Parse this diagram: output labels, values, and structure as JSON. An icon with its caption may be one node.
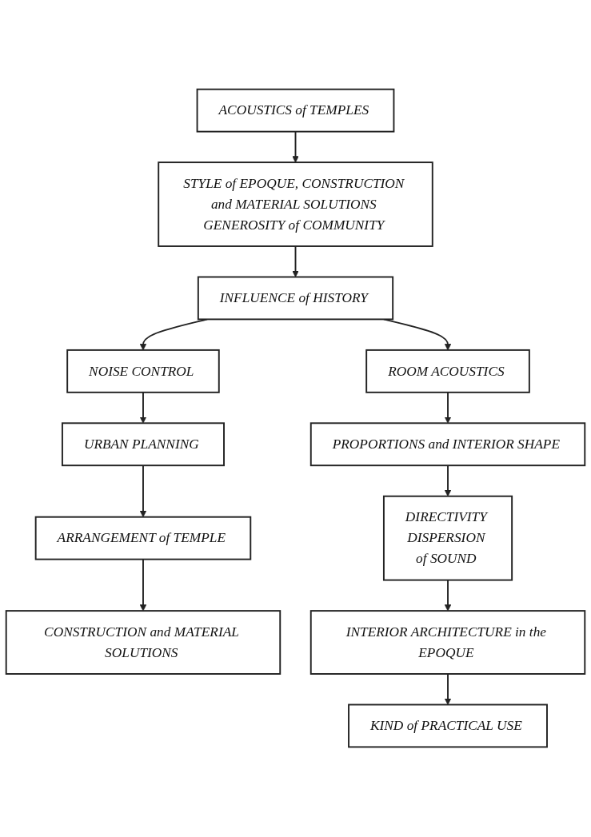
{
  "diagram": {
    "nodes": [
      {
        "text": [
          "ACOUSTICS of TEMPLES"
        ]
      },
      {
        "text": [
          "STYLE of EPOQUE, CONSTRUCTION and MATERIAL SOLUTIONS",
          "GENEROSITY of COMMUNITY"
        ]
      },
      {
        "text": [
          "INFLUENCE of HISTORY"
        ]
      },
      {
        "text": [
          "NOISE CONTROL"
        ]
      },
      {
        "text": [
          "ROOM ACOUSTICS"
        ]
      },
      {
        "text": [
          "URBAN PLANNING"
        ]
      },
      {
        "text": [
          "PROPORTIONS and INTERIOR SHAPE"
        ]
      },
      {
        "text": [
          "ARRANGEMENT of TEMPLE"
        ]
      },
      {
        "text": [
          "DIRECTIVITY",
          "DISPERSION",
          "of SOUND"
        ]
      },
      {
        "text": [
          "CONSTRUCTION and MATERIAL SOLUTIONS"
        ]
      },
      {
        "text": [
          "INTERIOR ARCHITECTURE in the EPOQUE"
        ]
      },
      {
        "text": [
          "KIND of PRACTICAL USE"
        ]
      }
    ],
    "edges": [
      {
        "from": 0,
        "to": 1,
        "arrow": "to"
      },
      {
        "from": 1,
        "to": 2,
        "arrow": "to"
      },
      {
        "from": 2,
        "to": 3,
        "arrow": "to"
      },
      {
        "from": 2,
        "to": 4,
        "arrow": "to"
      },
      {
        "from": 3,
        "to": 5,
        "arrow": "to"
      },
      {
        "from": 4,
        "to": 6,
        "arrow": "to"
      },
      {
        "from": 5,
        "to": 7,
        "arrow": "to"
      },
      {
        "from": 6,
        "to": 8,
        "arrow": "to"
      },
      {
        "from": 7,
        "to": 9,
        "arrow": "to"
      },
      {
        "from": 8,
        "to": 10,
        "arrow": "to"
      },
      {
        "from": 10,
        "to": 11,
        "arrow": "to"
      }
    ]
  }
}
